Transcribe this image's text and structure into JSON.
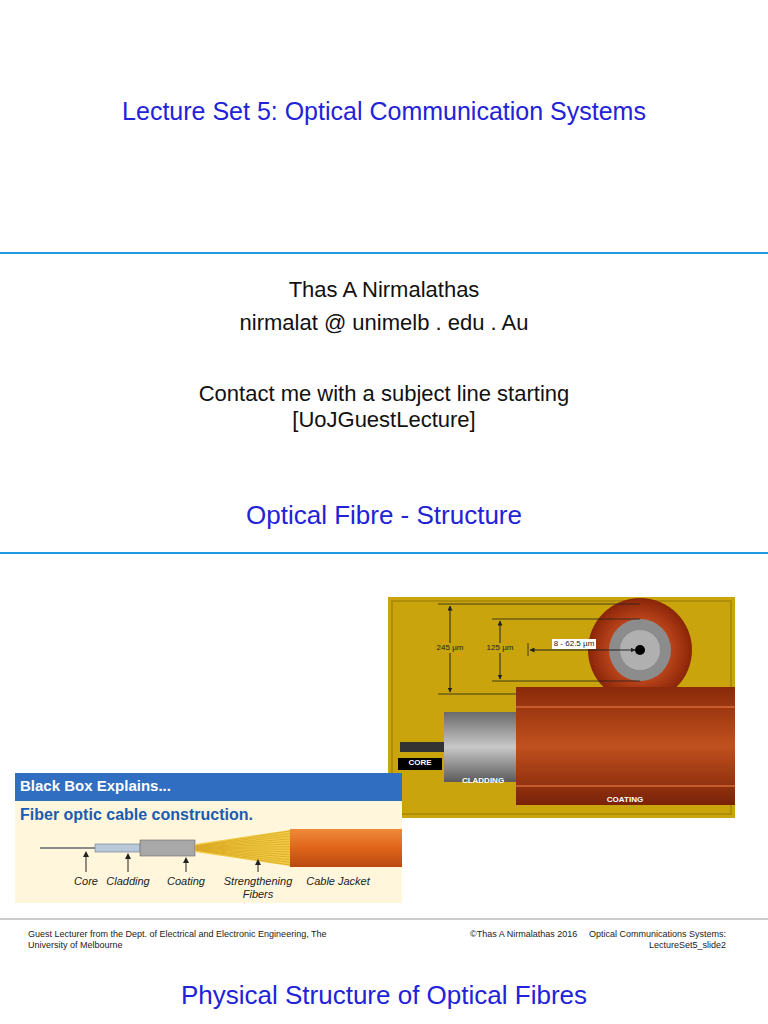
{
  "diagram": {
    "title": "Lecture Set 5: Optical Communication Systems",
    "labels": [
      "Thas A Nirmalathas",
      "nirmalat @ unimelb . edu . Au",
      "Contact me with a subject line starting [UoJGuestLecture]",
      "Optical Fibre - Structure",
      "245 µm",
      "125 µm",
      "8 - 62.5 µm",
      "CORE",
      "CLADDING",
      "COATING",
      "Black Box Explains...",
      "Fiber optic cable construction.",
      "Core",
      "Cladding",
      "Coating",
      "Strengthening Fibers",
      "Cable Jacket",
      "Guest Lecturer from the Dept. of Electrical and Electronic Engineering, The University of Melbourne",
      "©Thas A Nirmalathas 2016",
      "Optical Communications Systems: LectureSet5_slide2",
      "Physical Structure of Optical Fibres"
    ]
  }
}
